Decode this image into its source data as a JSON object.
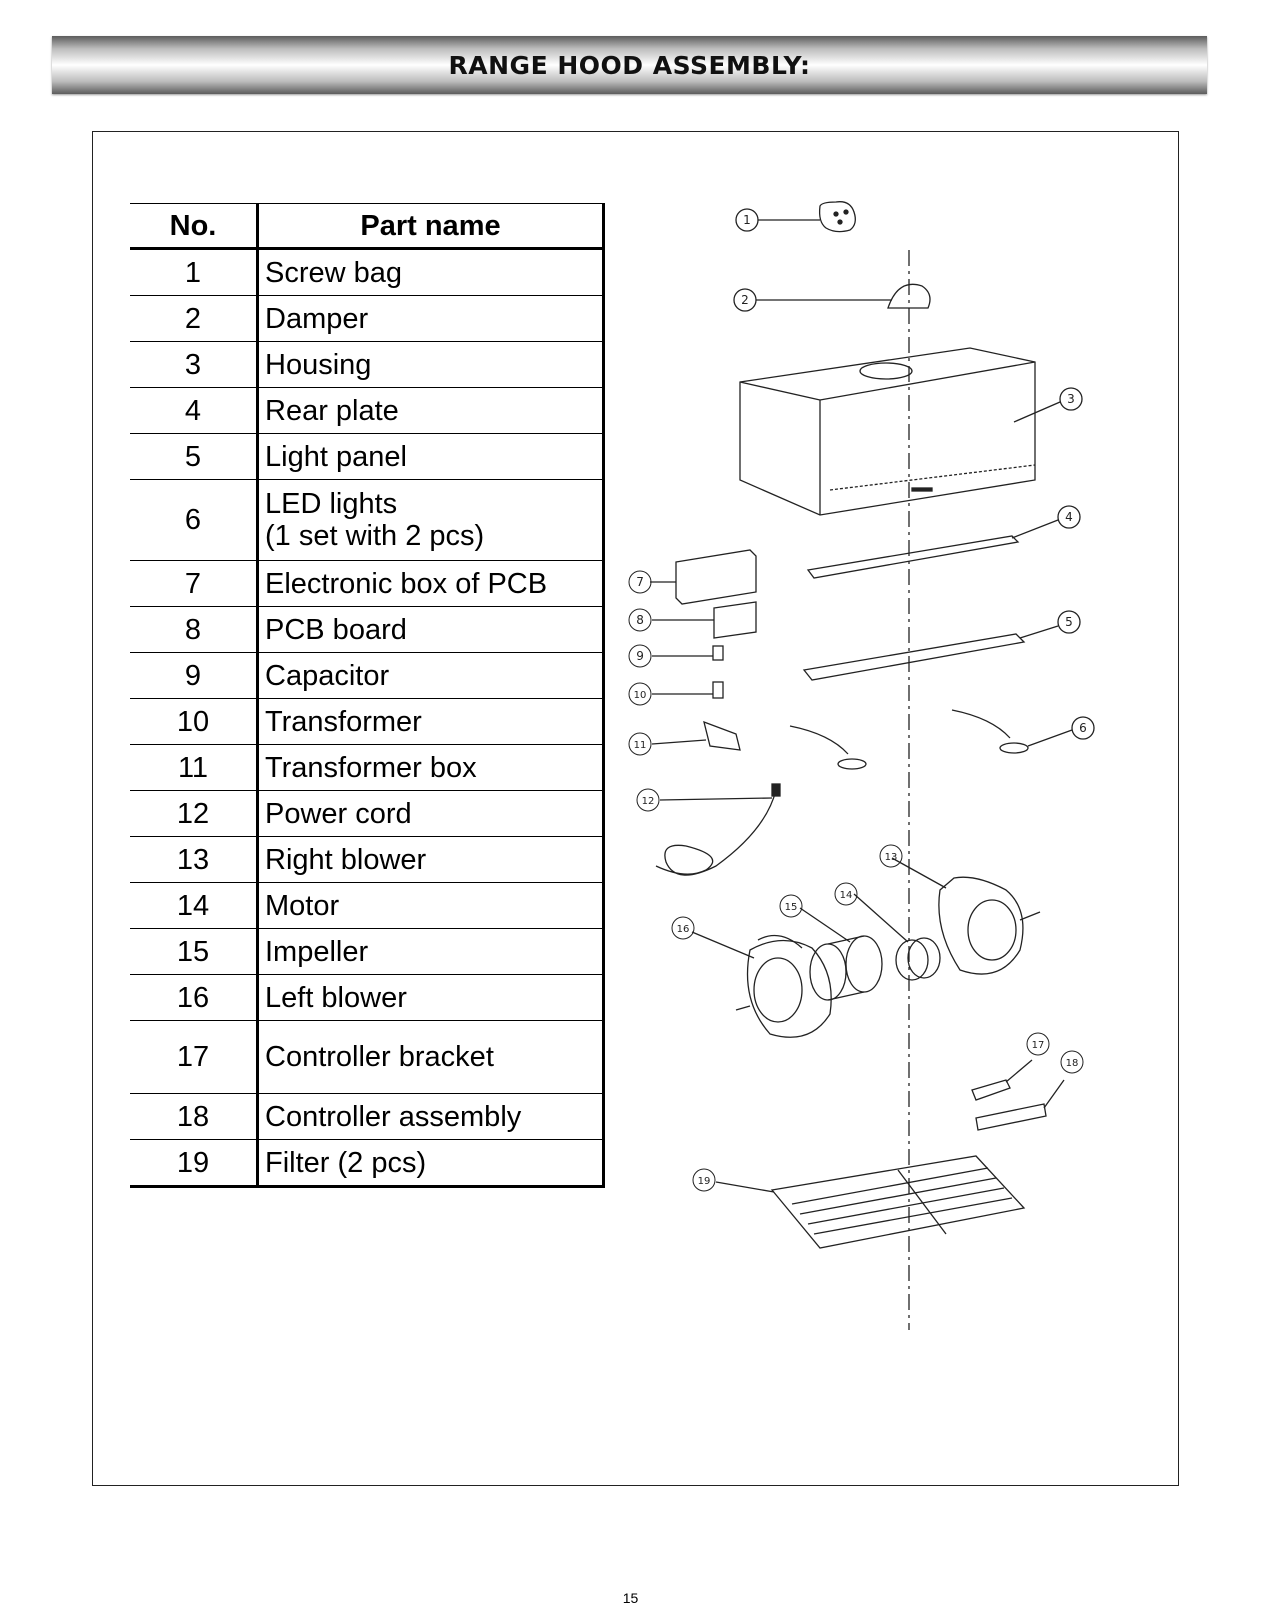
{
  "header": {
    "title": "RANGE HOOD ASSEMBLY:"
  },
  "table": {
    "col_no": "No.",
    "col_name": "Part name",
    "rows": [
      {
        "no": "1",
        "name": "Screw bag"
      },
      {
        "no": "2",
        "name": "Damper"
      },
      {
        "no": "3",
        "name": "Housing"
      },
      {
        "no": "4",
        "name": "Rear plate"
      },
      {
        "no": "5",
        "name": "Light panel"
      },
      {
        "no": "6",
        "name": "LED lights",
        "name2": "(1 set with 2 pcs)"
      },
      {
        "no": "7",
        "name": "Electronic box of PCB"
      },
      {
        "no": "8",
        "name": "PCB board"
      },
      {
        "no": "9",
        "name": "Capacitor"
      },
      {
        "no": "10",
        "name": "Transformer"
      },
      {
        "no": "11",
        "name": "Transformer box"
      },
      {
        "no": "12",
        "name": "Power cord"
      },
      {
        "no": "13",
        "name": "Right blower"
      },
      {
        "no": "14",
        "name": "Motor"
      },
      {
        "no": "15",
        "name": "Impeller"
      },
      {
        "no": "16",
        "name": "Left blower"
      },
      {
        "no": "17",
        "name": "Controller bracket"
      },
      {
        "no": "18",
        "name": "Controller assembly"
      },
      {
        "no": "19",
        "name": "Filter (2 pcs)"
      }
    ]
  },
  "diagram": {
    "callouts": [
      "1",
      "2",
      "3",
      "4",
      "5",
      "6",
      "7",
      "8",
      "9",
      "10",
      "11",
      "12",
      "13",
      "14",
      "15",
      "16",
      "17",
      "18",
      "19"
    ]
  },
  "footer": {
    "page_number": "15"
  }
}
